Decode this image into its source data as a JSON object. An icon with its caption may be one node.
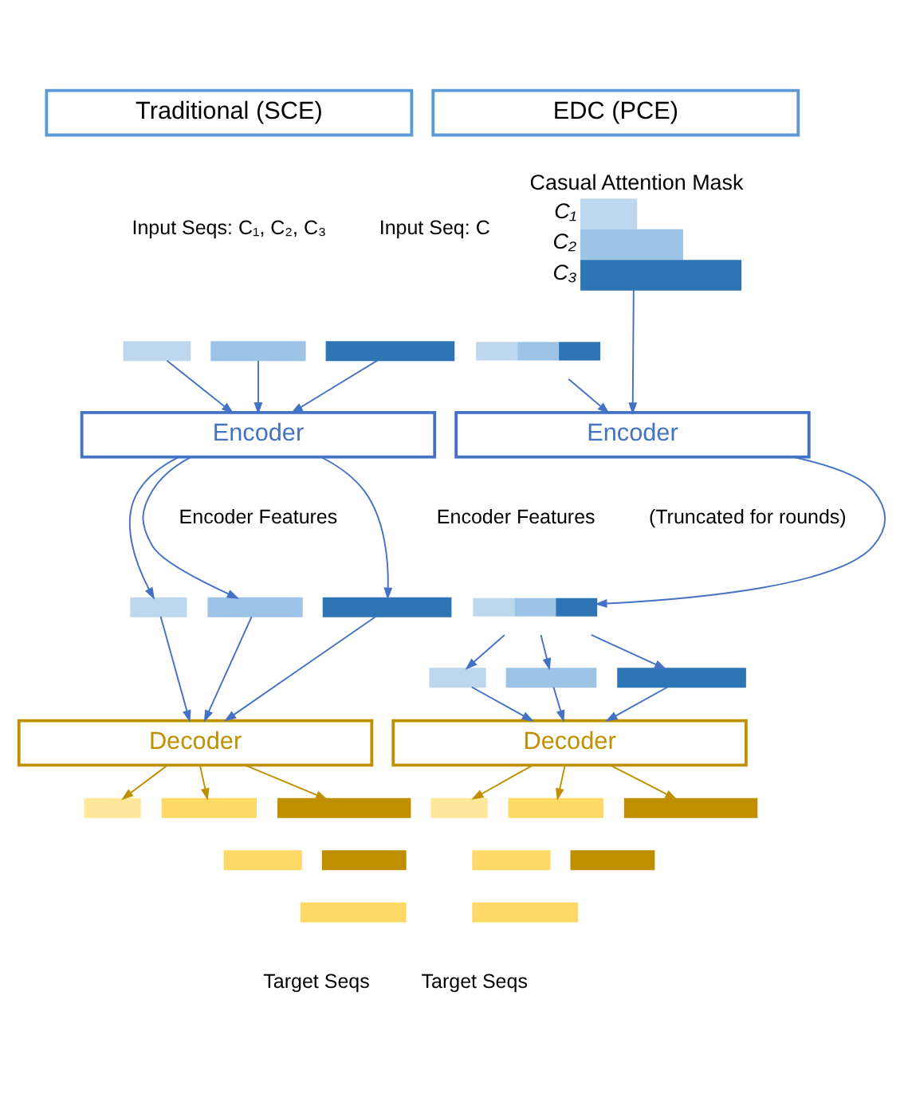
{
  "diagram": {
    "nodes": [
      {
        "text": [
          "Traditional (SCE)"
        ]
      },
      {
        "text": [
          "EDC (PCE)"
        ]
      },
      {
        "text": [],
        "shape": "bar"
      },
      {
        "text": [],
        "shape": "bar"
      },
      {
        "text": [],
        "shape": "bar"
      },
      {
        "text": [
          "Encoder"
        ]
      },
      {
        "text": [],
        "shape": "bar"
      },
      {
        "text": [],
        "shape": "bar"
      },
      {
        "text": [],
        "shape": "bar"
      },
      {
        "text": [
          "Decoder"
        ]
      },
      {
        "text": [],
        "shape": "bar"
      },
      {
        "text": [],
        "shape": "bar"
      },
      {
        "text": [],
        "shape": "bar"
      },
      {
        "text": [],
        "shape": "bar"
      },
      {
        "text": [],
        "shape": "bar"
      },
      {
        "text": [],
        "shape": "bar"
      },
      {
        "text": [
          "Casual Attention Mask",
          "C₁",
          "C₂",
          "C₃"
        ]
      },
      {
        "text": [],
        "shape": "bar"
      },
      {
        "text": [
          "Encoder"
        ]
      },
      {
        "text": [],
        "shape": "bar"
      },
      {
        "text": [],
        "shape": "bar"
      },
      {
        "text": [],
        "shape": "bar"
      },
      {
        "text": [],
        "shape": "bar"
      },
      {
        "text": [
          "Decoder"
        ]
      },
      {
        "text": [],
        "shape": "bar"
      },
      {
        "text": [],
        "shape": "bar"
      },
      {
        "text": [],
        "shape": "bar"
      },
      {
        "text": [],
        "shape": "bar"
      },
      {
        "text": [],
        "shape": "bar"
      },
      {
        "text": [],
        "shape": "bar"
      }
    ],
    "edges": [
      {
        "from": 2,
        "to": 5,
        "arrow": "to"
      },
      {
        "from": 3,
        "to": 5,
        "arrow": "to"
      },
      {
        "from": 4,
        "to": 5,
        "arrow": "to"
      },
      {
        "from": 5,
        "to": 6,
        "arrow": "to"
      },
      {
        "from": 5,
        "to": 7,
        "arrow": "to"
      },
      {
        "from": 5,
        "to": 8,
        "arrow": "to"
      },
      {
        "from": 6,
        "to": 9,
        "arrow": "to"
      },
      {
        "from": 7,
        "to": 9,
        "arrow": "to"
      },
      {
        "from": 8,
        "to": 9,
        "arrow": "to"
      },
      {
        "from": 9,
        "to": 10,
        "arrow": "to",
        "color": "#bf9000"
      },
      {
        "from": 9,
        "to": 11,
        "arrow": "to",
        "color": "#bf9000"
      },
      {
        "from": 9,
        "to": 14,
        "arrow": "to",
        "color": "#bf9000"
      },
      {
        "from": 17,
        "to": 18,
        "arrow": "to"
      },
      {
        "from": 16,
        "to": 18,
        "arrow": "to"
      },
      {
        "from": 18,
        "to": 19,
        "arrow": "to"
      },
      {
        "from": 19,
        "to": 20,
        "arrow": "to"
      },
      {
        "from": 19,
        "to": 21,
        "arrow": "to"
      },
      {
        "from": 19,
        "to": 22,
        "arrow": "to"
      },
      {
        "from": 20,
        "to": 23,
        "arrow": "to"
      },
      {
        "from": 21,
        "to": 23,
        "arrow": "to"
      },
      {
        "from": 22,
        "to": 23,
        "arrow": "to"
      },
      {
        "from": 23,
        "to": 24,
        "arrow": "to",
        "color": "#bf9000"
      },
      {
        "from": 23,
        "to": 25,
        "arrow": "to",
        "color": "#bf9000"
      },
      {
        "from": 23,
        "to": 28,
        "arrow": "to",
        "color": "#bf9000"
      }
    ],
    "labels": [
      "Input Seqs: C₁, C₂, C₃",
      "Encoder Features",
      "Target Seqs",
      "Input Seq: C",
      "Encoder Features",
      "(Truncated for rounds)",
      "Target Seqs"
    ]
  }
}
